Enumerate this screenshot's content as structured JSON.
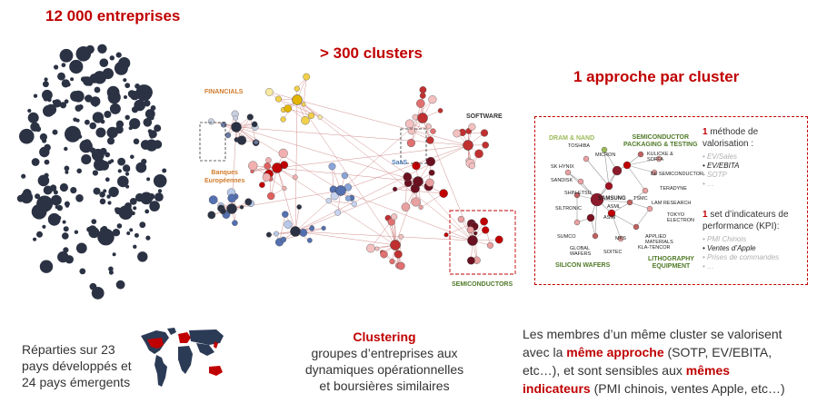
{
  "col1": {
    "title": "12 000 entreprises",
    "caption": [
      "Réparties sur 23",
      "pays développés et",
      "24 pays émergents"
    ]
  },
  "col2": {
    "title": "> 300 clusters",
    "labels": {
      "financials": "FINANCIALS",
      "banques": "Banques",
      "europeennes": "Européennes",
      "saas": "SaaS",
      "software": "SOFTWARE",
      "semis": "SEMICONDUCTORS"
    },
    "caption": {
      "heading": "Clustering",
      "lines": [
        "groupes d’entreprises aux",
        "dynamiques opérationnelles",
        "et boursières similaires"
      ]
    }
  },
  "col3": {
    "title": "1 approche par cluster",
    "graph": {
      "dram_nand": "DRAM & NAND",
      "pkg_1": "SEMICONDUCTOR",
      "pkg_2": "PACKAGING & TESTING",
      "silicon_wafers": "SILICON WAFERS",
      "litho_1": "LITHOGRAPHY",
      "litho_2": "EQUIPMENT",
      "companies": [
        "TOSHIBA",
        "MICRON",
        "KULICKE & SOFFA",
        "SK HYNIX",
        "BE SEMICONDUCTOR",
        "SANDISK",
        "TERADYNE",
        "SHIN-ETSU",
        "SAMSUNG",
        "TSMC",
        "LAM RESEARCH",
        "SILTRONIC",
        "ASML",
        "TOKYO ELECTRON",
        "ASMI",
        "SUMCO",
        "MKS",
        "APPLIED MATERIALS",
        "GLOBAL WAFERS",
        "SOITEC",
        "KLA-TENCOR"
      ]
    },
    "method": {
      "heading_num": "1",
      "heading_rest": " méthode de",
      "heading_line2": "valorisation :",
      "items": [
        "EV/Sales",
        "EV/EBITA",
        "SOTP",
        "…"
      ]
    },
    "kpi": {
      "heading_num": "1",
      "heading_rest": " set d’indicateurs de",
      "heading_line2": "performance (KPI):",
      "items": [
        "PMI Chinois",
        "Ventes d’Apple",
        "Prises de commandes",
        "…"
      ]
    },
    "caption": {
      "p1": "Les membres d’un même cluster se valorisent",
      "p2": "avec la ",
      "p2_hl": "même approche",
      "p2_rest": " (SOTP, EV/EBITA,",
      "p3": "etc…), et sont sensibles aux ",
      "p3_hl": "mêmes",
      "p4_hl": "indicateurs",
      "p4_rest": " (PMI chinois, ventes Apple, etc…)"
    }
  },
  "colors": {
    "accent": "#c00000",
    "dot": "#2b3243",
    "financials": "#d07a2a",
    "software": "#333333",
    "semis": "#4f7a28",
    "dram": "#9bbb59",
    "map_base": "#2b3a55",
    "map_red": "#c00000"
  }
}
